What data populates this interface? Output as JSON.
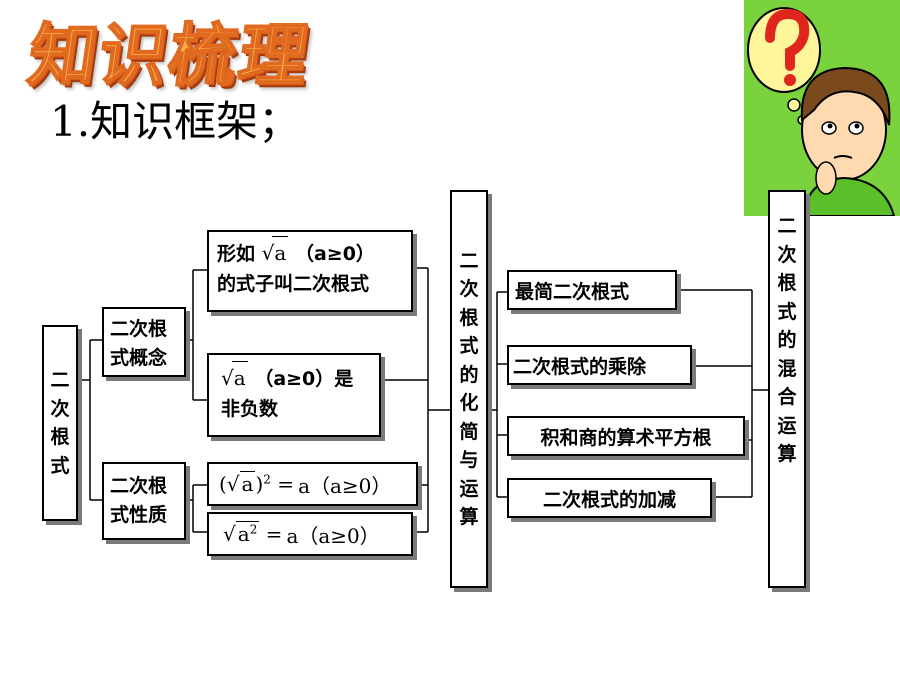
{
  "header": {
    "title": "知识梳理",
    "subtitle": "1.知识框架；"
  },
  "diagram": {
    "root": [
      "二",
      "次",
      "根",
      "式"
    ],
    "concept": "二次根式概念",
    "property": "二次根式性质",
    "def_line1_prefix": "形如",
    "def_line1_cond": "（a≥0）",
    "def_line2": "的式子叫二次根式",
    "nonneg_cond": "（a≥0）是",
    "nonneg_line2": "非负数",
    "prop1_cond": "a（a≥0）",
    "prop2_cond": "a（a≥0）",
    "middle": [
      "二",
      "次",
      "根",
      "式",
      "的",
      "化",
      "简",
      "与",
      "运",
      "算"
    ],
    "ops": [
      "最简二次根式",
      "二次根式的乘除",
      "积和商的算术平方根",
      "二次根式的加减"
    ],
    "right": [
      "二",
      "次",
      "根",
      "式",
      "的",
      "混",
      "合",
      "运",
      "算"
    ],
    "var_a": "a"
  },
  "colors": {
    "title_fill": "#ffb24a",
    "title_shadow": "#d4561a",
    "cartoon_bg": "#7ad23c"
  },
  "icons": {
    "cartoon": "thinking-boy-question-mark-icon"
  }
}
